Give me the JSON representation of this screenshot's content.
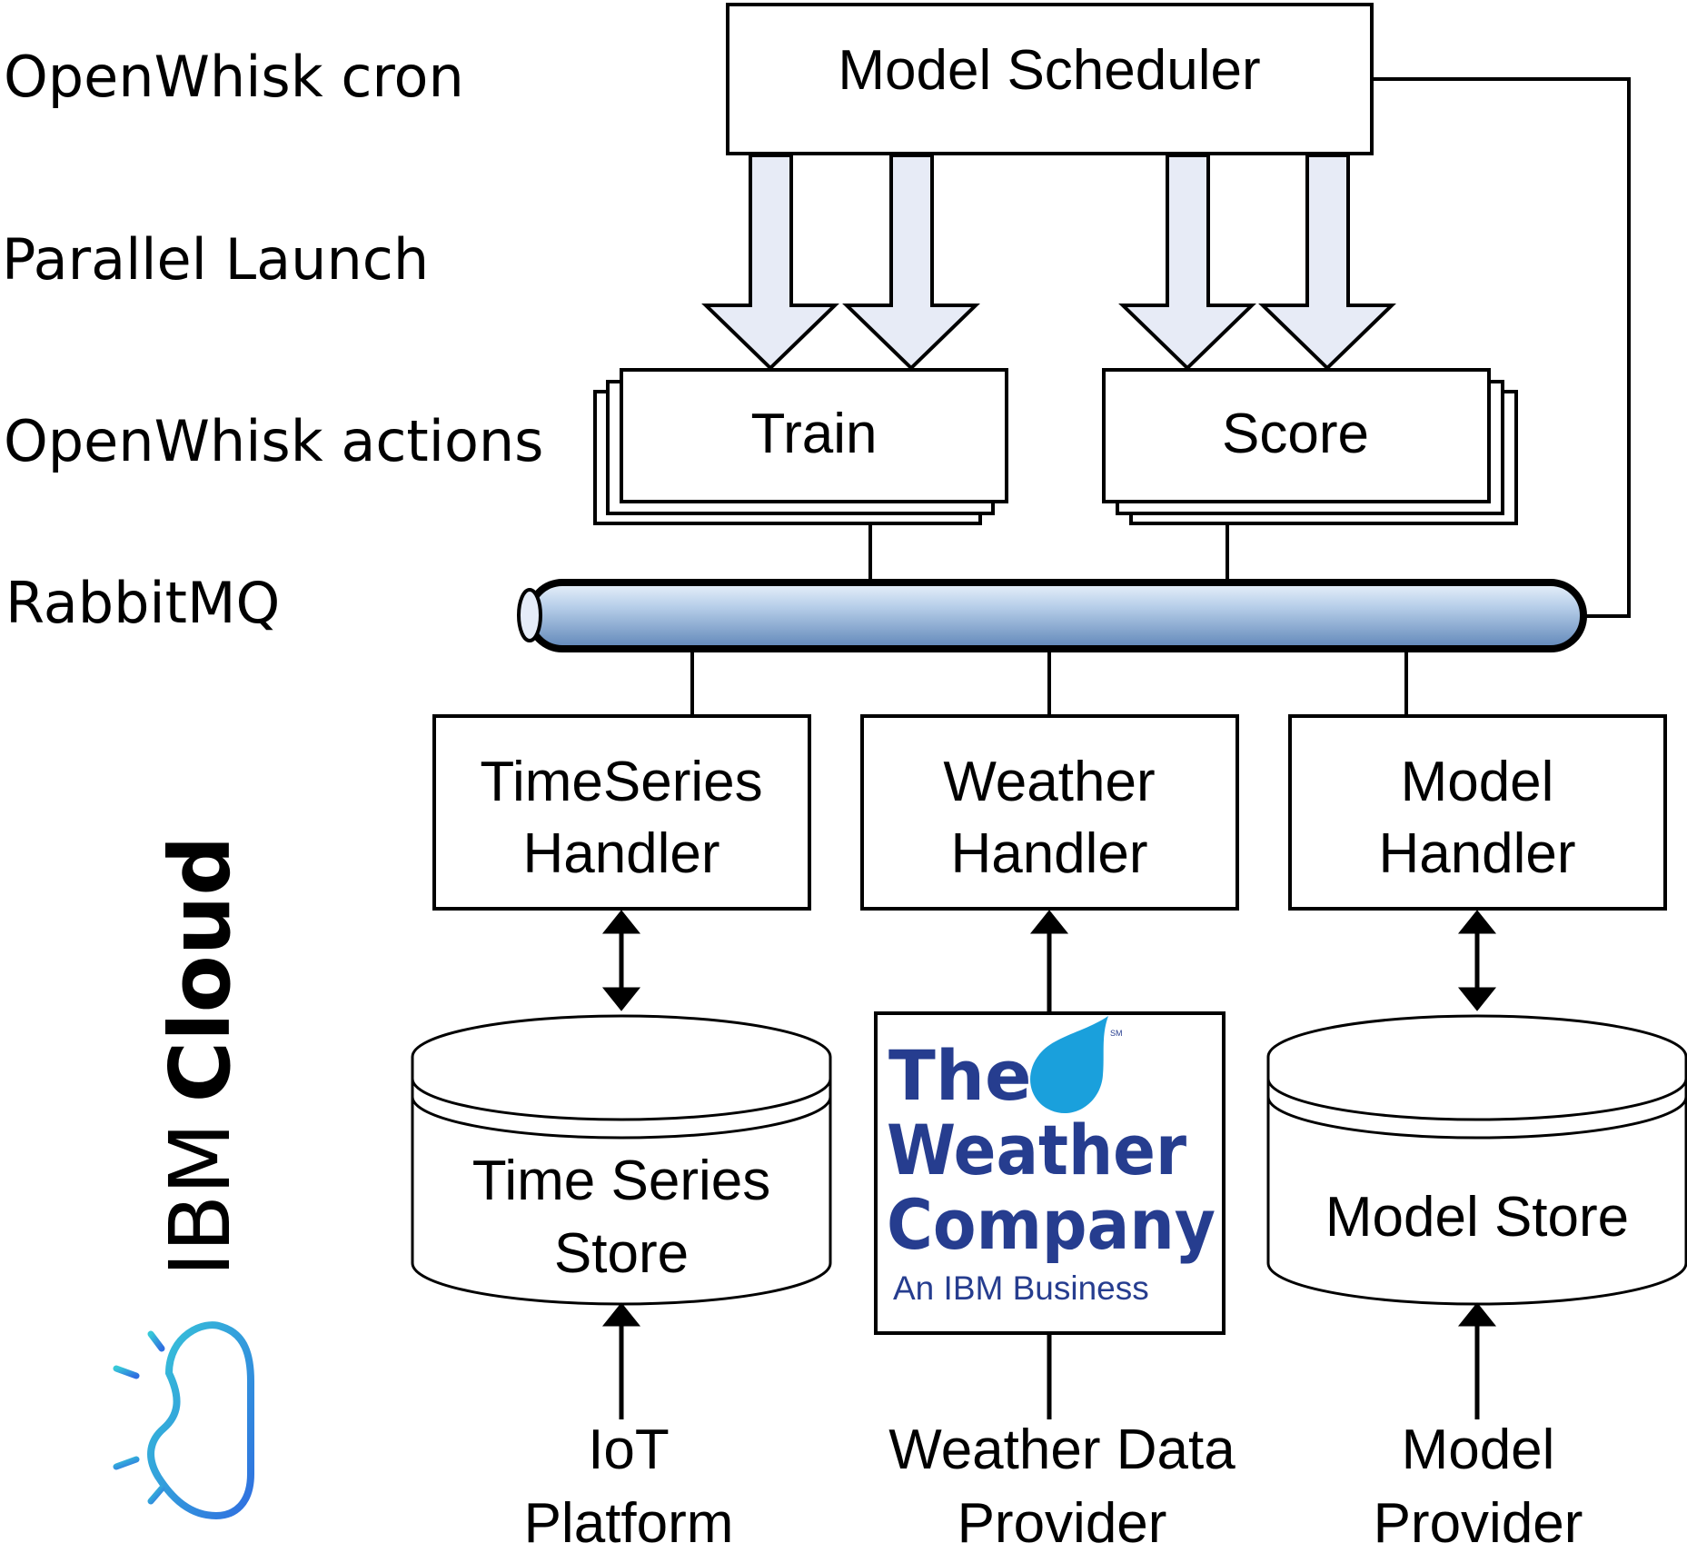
{
  "layers": {
    "cron": "OpenWhisk cron",
    "launch": "Parallel Launch",
    "actions": "OpenWhisk actions",
    "mq": "RabbitMQ"
  },
  "scheduler": "Model Scheduler",
  "actions": {
    "train": "Train",
    "score": "Score"
  },
  "handlers": {
    "timeseries": [
      "TimeSeries",
      "Handler"
    ],
    "weather": [
      "Weather",
      "Handler"
    ],
    "model": [
      "Model",
      "Handler"
    ]
  },
  "stores": {
    "timeseries": [
      "Time Series",
      "Store"
    ],
    "model": "Model Store"
  },
  "weather_logo": {
    "line1": "The",
    "line2": "Weather",
    "line3": "Company",
    "tagline": "An IBM Business",
    "mark": "SM",
    "color": "#263d8f",
    "drop_color": "#1aa0dc"
  },
  "providers": {
    "iot": [
      "IoT",
      "Platform"
    ],
    "weather": [
      "Weather Data",
      "Provider"
    ],
    "model": [
      "Model",
      "Provider"
    ]
  },
  "cloud": {
    "ibm": "IBM",
    "cloud": "Cloud",
    "icon": "ibm-cloud-icon"
  },
  "colors": {
    "arrow_fill": "#e7ebf6",
    "pipe_light": "#cfdff0",
    "pipe_dark": "#5f86b8"
  }
}
